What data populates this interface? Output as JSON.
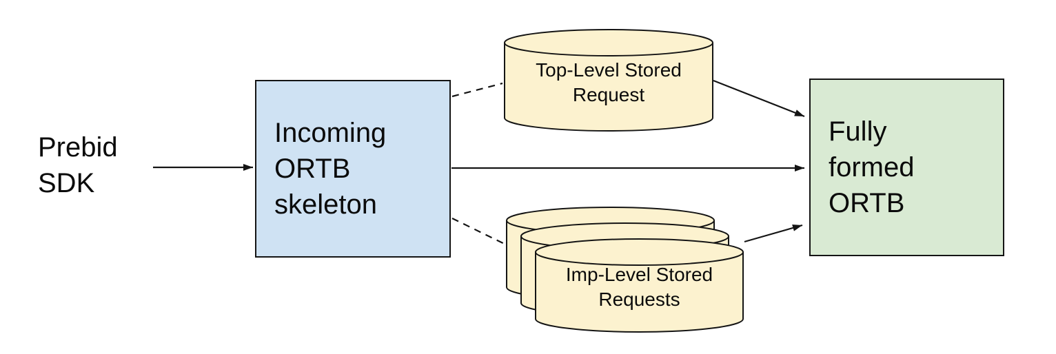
{
  "colors": {
    "background": "#ffffff",
    "incoming_box_fill": "#cfe2f3",
    "fully_formed_box_fill": "#d9ead3",
    "cylinder_fill": "#fcf2cf",
    "stroke": "#141414",
    "text": "#0b0b0b"
  },
  "nodes": {
    "prebid_sdk": {
      "label": "Prebid\nSDK",
      "shape": "text"
    },
    "incoming_ortb": {
      "label": "Incoming\nORTB\nskeleton",
      "shape": "rectangle"
    },
    "top_level_stored_request": {
      "label": "Top-Level Stored\nRequest",
      "shape": "cylinder"
    },
    "imp_level_stored_requests": {
      "label": "Imp-Level Stored\nRequests",
      "shape": "cylinder-stack-of-3"
    },
    "fully_formed_ortb": {
      "label": "Fully\nformed\nORTB",
      "shape": "rectangle"
    }
  },
  "edges": [
    {
      "from": "prebid_sdk",
      "to": "incoming_ortb",
      "style": "solid",
      "arrow": true
    },
    {
      "from": "incoming_ortb",
      "to": "top_level_stored_request",
      "style": "dashed",
      "arrow": false
    },
    {
      "from": "incoming_ortb",
      "to": "fully_formed_ortb",
      "style": "solid",
      "arrow": true
    },
    {
      "from": "incoming_ortb",
      "to": "imp_level_stored_requests",
      "style": "dashed",
      "arrow": false
    },
    {
      "from": "top_level_stored_request",
      "to": "fully_formed_ortb",
      "style": "solid",
      "arrow": true
    },
    {
      "from": "imp_level_stored_requests",
      "to": "fully_formed_ortb",
      "style": "solid",
      "arrow": true
    }
  ]
}
